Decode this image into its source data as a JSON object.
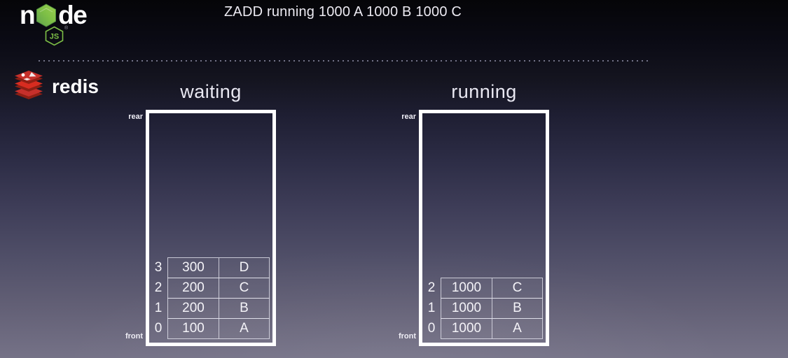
{
  "slide": {
    "title": "ZADD running 1000 A 1000 B 1000 C"
  },
  "logos": {
    "node": {
      "word_left": "n",
      "word_right": "de",
      "badge": "JS",
      "registered": "®"
    },
    "redis": {
      "label": "redis"
    }
  },
  "queues": [
    {
      "id": "waiting",
      "title": "waiting",
      "rear_label": "rear",
      "front_label": "front",
      "rows": [
        {
          "index": "3",
          "score": "300",
          "member": "D"
        },
        {
          "index": "2",
          "score": "200",
          "member": "C"
        },
        {
          "index": "1",
          "score": "200",
          "member": "B"
        },
        {
          "index": "0",
          "score": "100",
          "member": "A"
        }
      ]
    },
    {
      "id": "running",
      "title": "running",
      "rear_label": "rear",
      "front_label": "front",
      "rows": [
        {
          "index": "2",
          "score": "1000",
          "member": "C"
        },
        {
          "index": "1",
          "score": "1000",
          "member": "B"
        },
        {
          "index": "0",
          "score": "1000",
          "member": "A"
        }
      ]
    }
  ],
  "colors": {
    "node_green": "#8cc84b",
    "node_green_dark": "#5fa04e",
    "redis_red": "#c6302b",
    "redis_dark_red": "#8f1f14",
    "box_border": "#ffffff",
    "background_top": "#050508",
    "background_bottom": "#757287"
  }
}
